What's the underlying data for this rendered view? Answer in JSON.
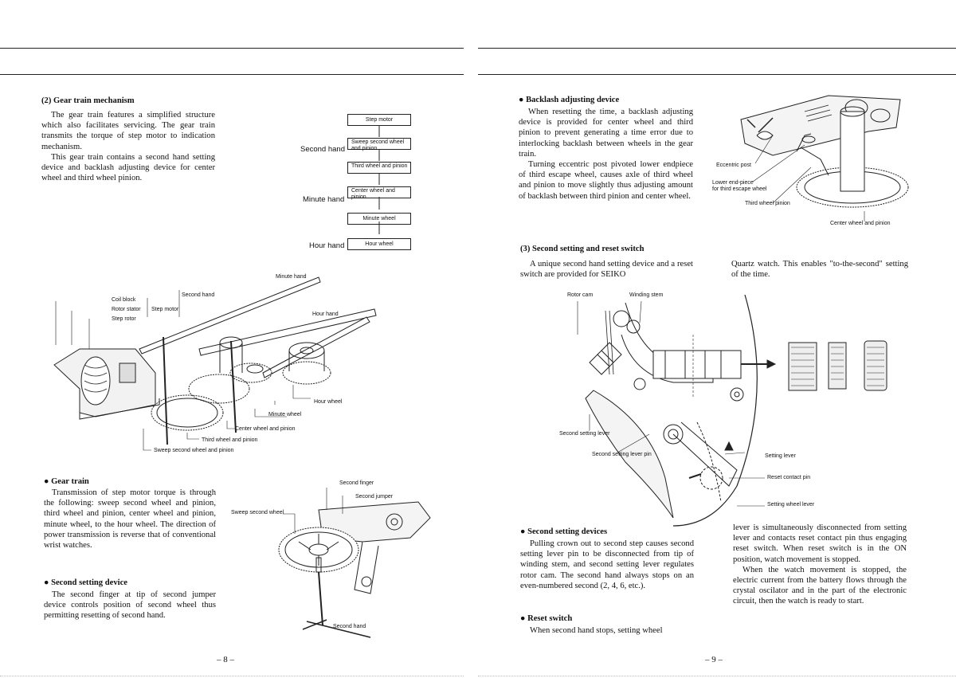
{
  "left": {
    "gear_train_mechanism": {
      "heading": "(2)  Gear train mechanism",
      "para1": "The gear train features a simplified structure which also facilitates servicing. The gear train transmits the torque of step motor to indication mechanism.",
      "para2": "This gear train contains a second hand setting device and backlash adjusting device for center wheel and third wheel pinion."
    },
    "flowchart": {
      "boxes": [
        "Step motor",
        "Sweep second wheel and pinion",
        "Third wheel and pinion",
        "Center wheel and pinion",
        "Minute wheel",
        "Hour wheel"
      ],
      "side_labels": {
        "second": "Second hand",
        "minute": "Minute hand",
        "hour": "Hour hand"
      }
    },
    "gear_figure": {
      "labels": {
        "coil_block": "Coil block",
        "rotor_stator": "Rotor stator",
        "step_rotor": "Step rotor",
        "step_motor": "Step motor",
        "second_hand": "Second hand",
        "minute_hand": "Minute hand",
        "hour_hand": "Hour hand",
        "hour_wheel": "Hour wheel",
        "minute_wheel": "Minute wheel",
        "center_wheel": "Center wheel and pinion",
        "third_wheel": "Third wheel and pinion",
        "sweep_second_wheel": "Sweep second wheel and pinion"
      }
    },
    "gear_train": {
      "heading": "Gear train",
      "para": "Transmission of step motor torque is through the following: sweep second wheel and pinion, third wheel and pinion, center wheel and pinion, minute wheel, to the hour wheel. The direction of power transmission is reverse that of conventional wrist watches."
    },
    "second_setting_device": {
      "heading": "Second setting device",
      "para": "The second finger at tip of second jumper device controls position of second wheel thus permitting resetting of second hand."
    },
    "finger_figure": {
      "labels": {
        "second_finger": "Second finger",
        "second_jumper": "Second jumper",
        "sweep_second_wheel": "Sweep second wheel",
        "second_hand": "Second hand"
      }
    },
    "page_number": "– 8 –"
  },
  "right": {
    "backlash": {
      "heading": "Backlash adjusting device",
      "para1": "When resetting the time, a backlash adjusting device is provided for center wheel and third pinion to prevent generating a time error due to interlocking backlash between wheels in the gear train.",
      "para2": "Turning eccentric post pivoted lower endpiece of third escape wheel, causes axle of third wheel and pinion to move slightly thus adjusting amount of backlash between third pinion and center wheel."
    },
    "backlash_figure": {
      "labels": {
        "eccentric_post": "Eccentric post",
        "lower_endpiece_1": "Lower end-piece",
        "lower_endpiece_2": "for third escape wheel",
        "third_wheel": "Third wheel pinion",
        "center_wheel": "Center wheel and pinion"
      }
    },
    "second_setting_switch": {
      "heading": "(3)  Second setting and reset switch",
      "para_left": "A unique second hand setting device and a reset switch are provided for SEIKO",
      "para_right": "Quartz watch. This enables \"to-the-second\" setting of the time."
    },
    "switch_figure": {
      "labels": {
        "rotor_cam": "Rotor cam",
        "winding_stem": "Winding stem",
        "second_setting_lever": "Second setting lever",
        "second_setting_lever_pin": "Second setting lever pin",
        "setting_lever": "Setting lever",
        "reset_contact_pin": "Reset contact pin",
        "setting_wheel_lever": "Setting wheel lever"
      }
    },
    "second_setting_devices": {
      "heading": "Second setting devices",
      "para": "Pulling crown out to second step causes second setting lever pin to be disconnected from tip of winding stem, and second setting lever regulates rotor cam. The second hand always stops on an even-numbered second (2, 4, 6, etc.)."
    },
    "reset_switch": {
      "heading": "Reset switch",
      "para": "When second hand stops, setting wheel"
    },
    "continued": {
      "para1": "lever is simultaneously disconnected from setting lever and contacts reset contact pin thus engaging reset switch. When reset switch is in the ON position, watch movement is stopped.",
      "para2": "When the watch movement is stopped, the electric current from the battery flows through the crystal oscilator and in the part of the electronic circuit, then the watch is ready to start."
    },
    "page_number": "– 9 –"
  }
}
